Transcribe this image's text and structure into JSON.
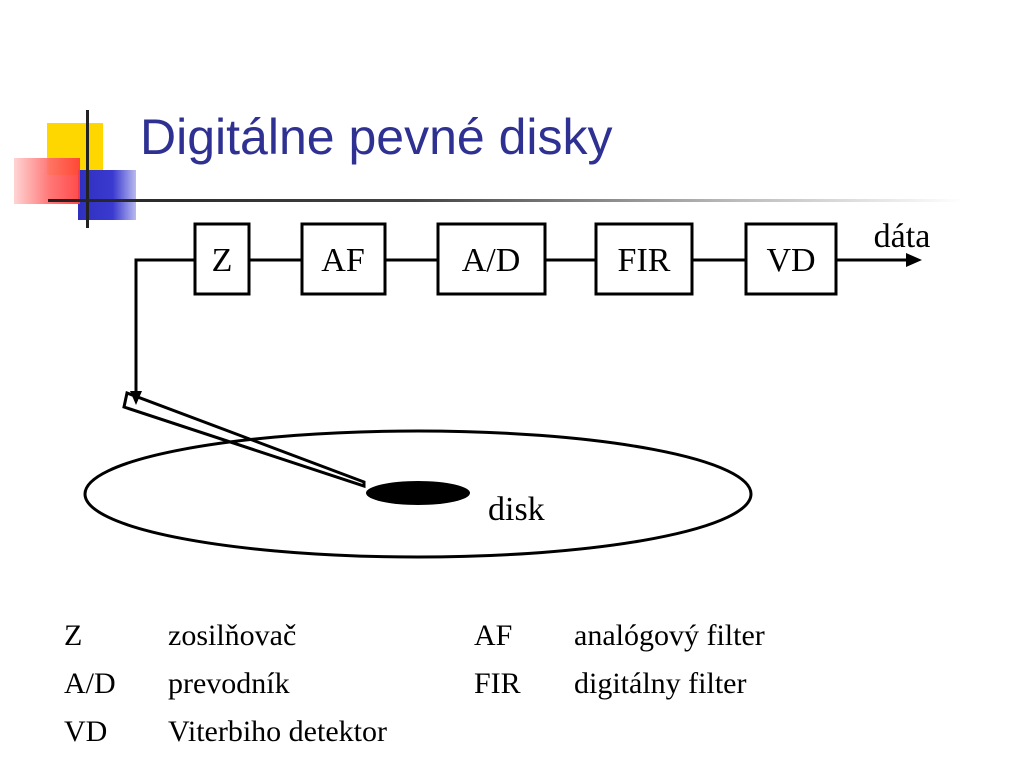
{
  "slide": {
    "title": "Digitálne pevné disky"
  },
  "diagram": {
    "blocks": [
      "Z",
      "AF",
      "A/D",
      "FIR",
      "VD"
    ],
    "output_label": "dáta",
    "disk_label": "disk"
  },
  "legend": {
    "rows": [
      [
        {
          "abbr": "Z",
          "desc": "zosilňovač"
        },
        {
          "abbr": "AF",
          "desc": "analógový filter"
        }
      ],
      [
        {
          "abbr": "A/D",
          "desc": "prevodník"
        },
        {
          "abbr": "FIR",
          "desc": "digitálny filter"
        }
      ],
      [
        {
          "abbr": "VD",
          "desc": "Viterbiho detektor"
        }
      ]
    ]
  },
  "colors": {
    "title": "#2e3192",
    "deco_yellow": "#ffd700",
    "deco_blue": "#3333cc",
    "deco_red": "#ff5a5a"
  }
}
